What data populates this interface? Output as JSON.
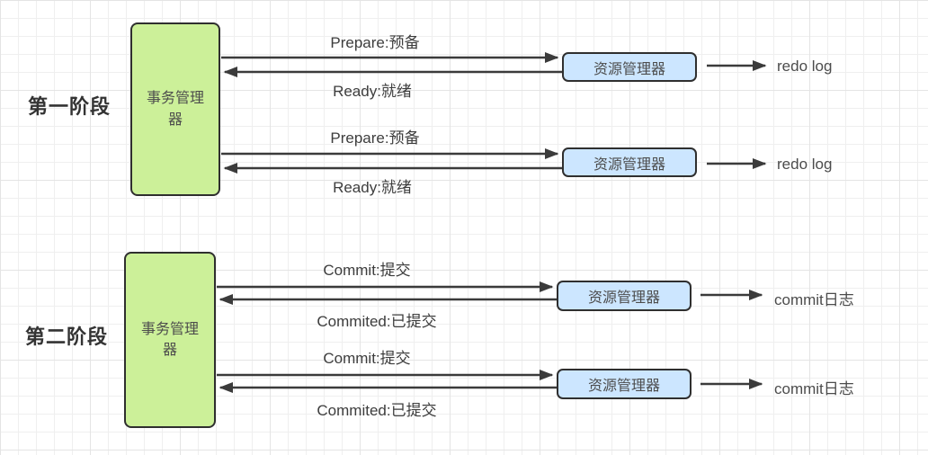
{
  "colors": {
    "manager_fill": "#ccf099",
    "resource_fill": "#cce6ff",
    "shape_border": "#2f2f2f",
    "arrow": "#3b3b3b",
    "grid_line": "#efefef"
  },
  "diagram": {
    "phases": [
      {
        "label": "第一阶段",
        "manager_label": "事务管理器",
        "flows": [
          {
            "request": "Prepare:预备",
            "response": "Ready:就绪",
            "resource_label": "资源管理器",
            "log_label": "redo log"
          },
          {
            "request": "Prepare:预备",
            "response": "Ready:就绪",
            "resource_label": "资源管理器",
            "log_label": "redo log"
          }
        ]
      },
      {
        "label": "第二阶段",
        "manager_label": "事务管理器",
        "flows": [
          {
            "request": "Commit:提交",
            "response": "Commited:已提交",
            "resource_label": "资源管理器",
            "log_label": "commit日志"
          },
          {
            "request": "Commit:提交",
            "response": "Commited:已提交",
            "resource_label": "资源管理器",
            "log_label": "commit日志"
          }
        ]
      }
    ]
  }
}
